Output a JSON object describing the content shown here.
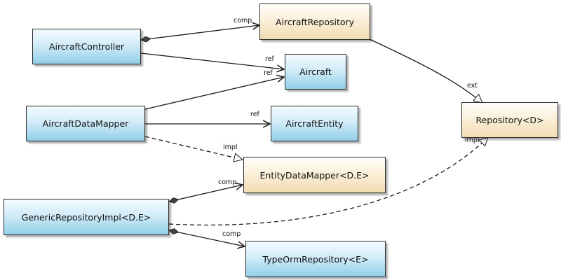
{
  "nodes": {
    "aircraft_repository": "AircraftRepository",
    "aircraft_controller": "AircraftController",
    "aircraft": "Aircraft",
    "repository": "Repository<D>",
    "aircraft_data_mapper": "AircraftDataMapper",
    "aircraft_entity": "AircraftEntity",
    "entity_data_mapper": "EntityDataMapper<D.E>",
    "generic_repository_impl": "GenericRepositoryImpl<D.E>",
    "typeorm_repository": "TypeOrmRepository<E>"
  },
  "edges": [
    {
      "from": "AircraftController",
      "to": "AircraftRepository",
      "label": "comp",
      "kind": "composition"
    },
    {
      "from": "AircraftController",
      "to": "Aircraft",
      "label": "ref",
      "kind": "reference"
    },
    {
      "from": "AircraftDataMapper",
      "to": "Aircraft",
      "label": "ref",
      "kind": "reference"
    },
    {
      "from": "AircraftDataMapper",
      "to": "AircraftEntity",
      "label": "ref",
      "kind": "reference"
    },
    {
      "from": "AircraftDataMapper",
      "to": "EntityDataMapper<D.E>",
      "label": "impl",
      "kind": "realization"
    },
    {
      "from": "AircraftRepository",
      "to": "Repository<D>",
      "label": "ext",
      "kind": "generalization"
    },
    {
      "from": "GenericRepositoryImpl<D.E>",
      "to": "Repository<D>",
      "label": "impl",
      "kind": "realization"
    },
    {
      "from": "GenericRepositoryImpl<D.E>",
      "to": "EntityDataMapper<D.E>",
      "label": "comp",
      "kind": "composition"
    },
    {
      "from": "GenericRepositoryImpl<D.E>",
      "to": "TypeOrmRepository<E>",
      "label": "comp",
      "kind": "composition"
    }
  ],
  "colors": {
    "interface_fill": "#f8e8c8",
    "class_fill": "#bfe3f4",
    "line": "#1a1a1a"
  }
}
